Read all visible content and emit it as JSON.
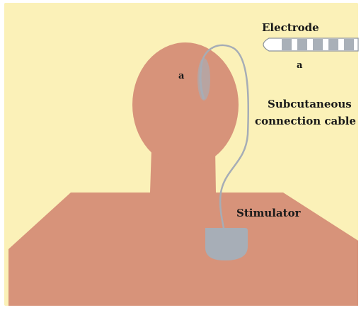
{
  "labels": {
    "electrode": "Electrode",
    "electrode_marker": "a",
    "head_marker": "a",
    "cable_line1": "Subcutaneous",
    "cable_line2": "connection cable",
    "stimulator": "Stimulator"
  },
  "colors": {
    "background": "#fbf1b8",
    "skin": "#d7937a",
    "cable": "#a6adb6",
    "device": "#a7aeb7",
    "electrode_body": "#ffffff",
    "electrode_segment": "#a9b0b8",
    "text": "#1a1a1a"
  }
}
